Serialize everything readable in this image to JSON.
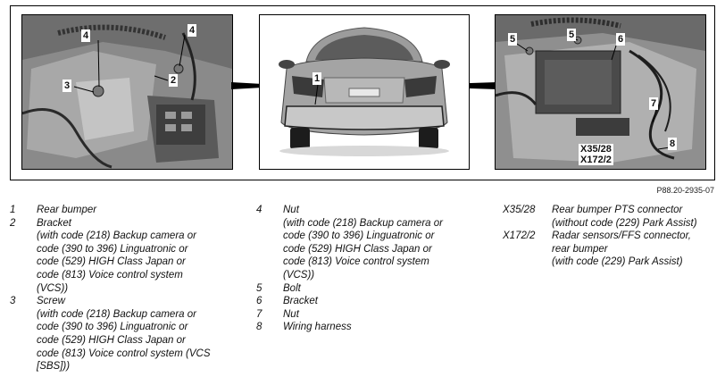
{
  "reference_code": "P88.20-2935-07",
  "photo_left": {
    "callouts": [
      "4",
      "4",
      "3",
      "2"
    ]
  },
  "photo_center": {
    "callouts": [
      "1"
    ]
  },
  "photo_right": {
    "callouts": [
      "5",
      "5",
      "6",
      "7",
      "8"
    ],
    "connector_labels": [
      "X35/28",
      "X172/2"
    ]
  },
  "legend": {
    "col1": [
      {
        "num": "1",
        "text": "Rear bumper"
      },
      {
        "num": "2",
        "text": "Bracket\n(with code (218) Backup camera or\ncode (390 to 396) Linguatronic or\ncode (529) HIGH Class Japan or\ncode (813) Voice control system\n(VCS))"
      },
      {
        "num": "3",
        "text": "Screw\n(with code (218) Backup camera or\ncode (390 to 396) Linguatronic or\ncode (529) HIGH Class Japan or\ncode (813) Voice control system (VCS\n[SBS]))"
      }
    ],
    "col2": [
      {
        "num": "4",
        "text": "Nut\n(with code (218) Backup camera or\ncode (390 to 396) Linguatronic or\ncode (529) HIGH Class Japan or\ncode (813) Voice control system\n(VCS))"
      },
      {
        "num": "5",
        "text": "Bolt"
      },
      {
        "num": "6",
        "text": "Bracket"
      },
      {
        "num": "7",
        "text": "Nut"
      },
      {
        "num": "8",
        "text": "Wiring harness"
      }
    ],
    "col3": [
      {
        "num": "X35/28",
        "text": "Rear bumper PTS connector\n(without code (229) Park Assist)"
      },
      {
        "num": "X172/2",
        "text": "Radar sensors/FFS connector,\nrear bumper\n(with code (229) Park Assist)"
      }
    ]
  }
}
